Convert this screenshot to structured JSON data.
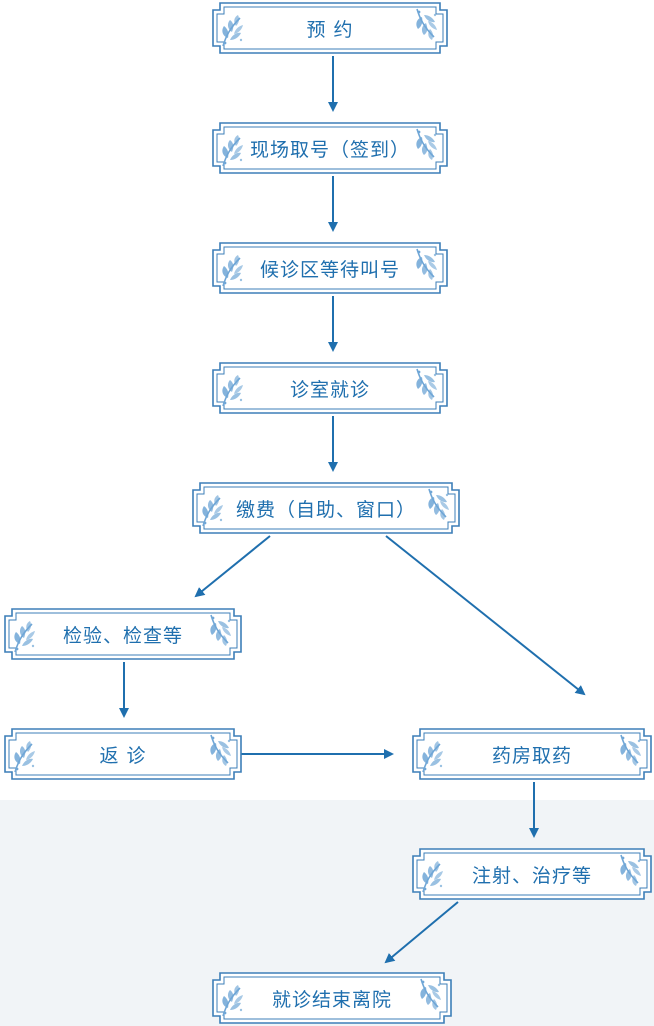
{
  "colors": {
    "primary": "#1f6fae",
    "frame": "#3d7fb8",
    "leaf": "#6fa6d6"
  },
  "steps": {
    "appointment": "预 约",
    "checkin": "现场取号（签到）",
    "waiting": "候诊区等待叫号",
    "consultation": "诊室就诊",
    "payment": "缴费（自助、窗口）",
    "tests": "检验、检查等",
    "revisit": "返 诊",
    "pharmacy": "药房取药",
    "treatment": "注射、治疗等",
    "discharge": "就诊结束离院"
  },
  "icons": {
    "decoration": "leaf-ornament-icon"
  }
}
